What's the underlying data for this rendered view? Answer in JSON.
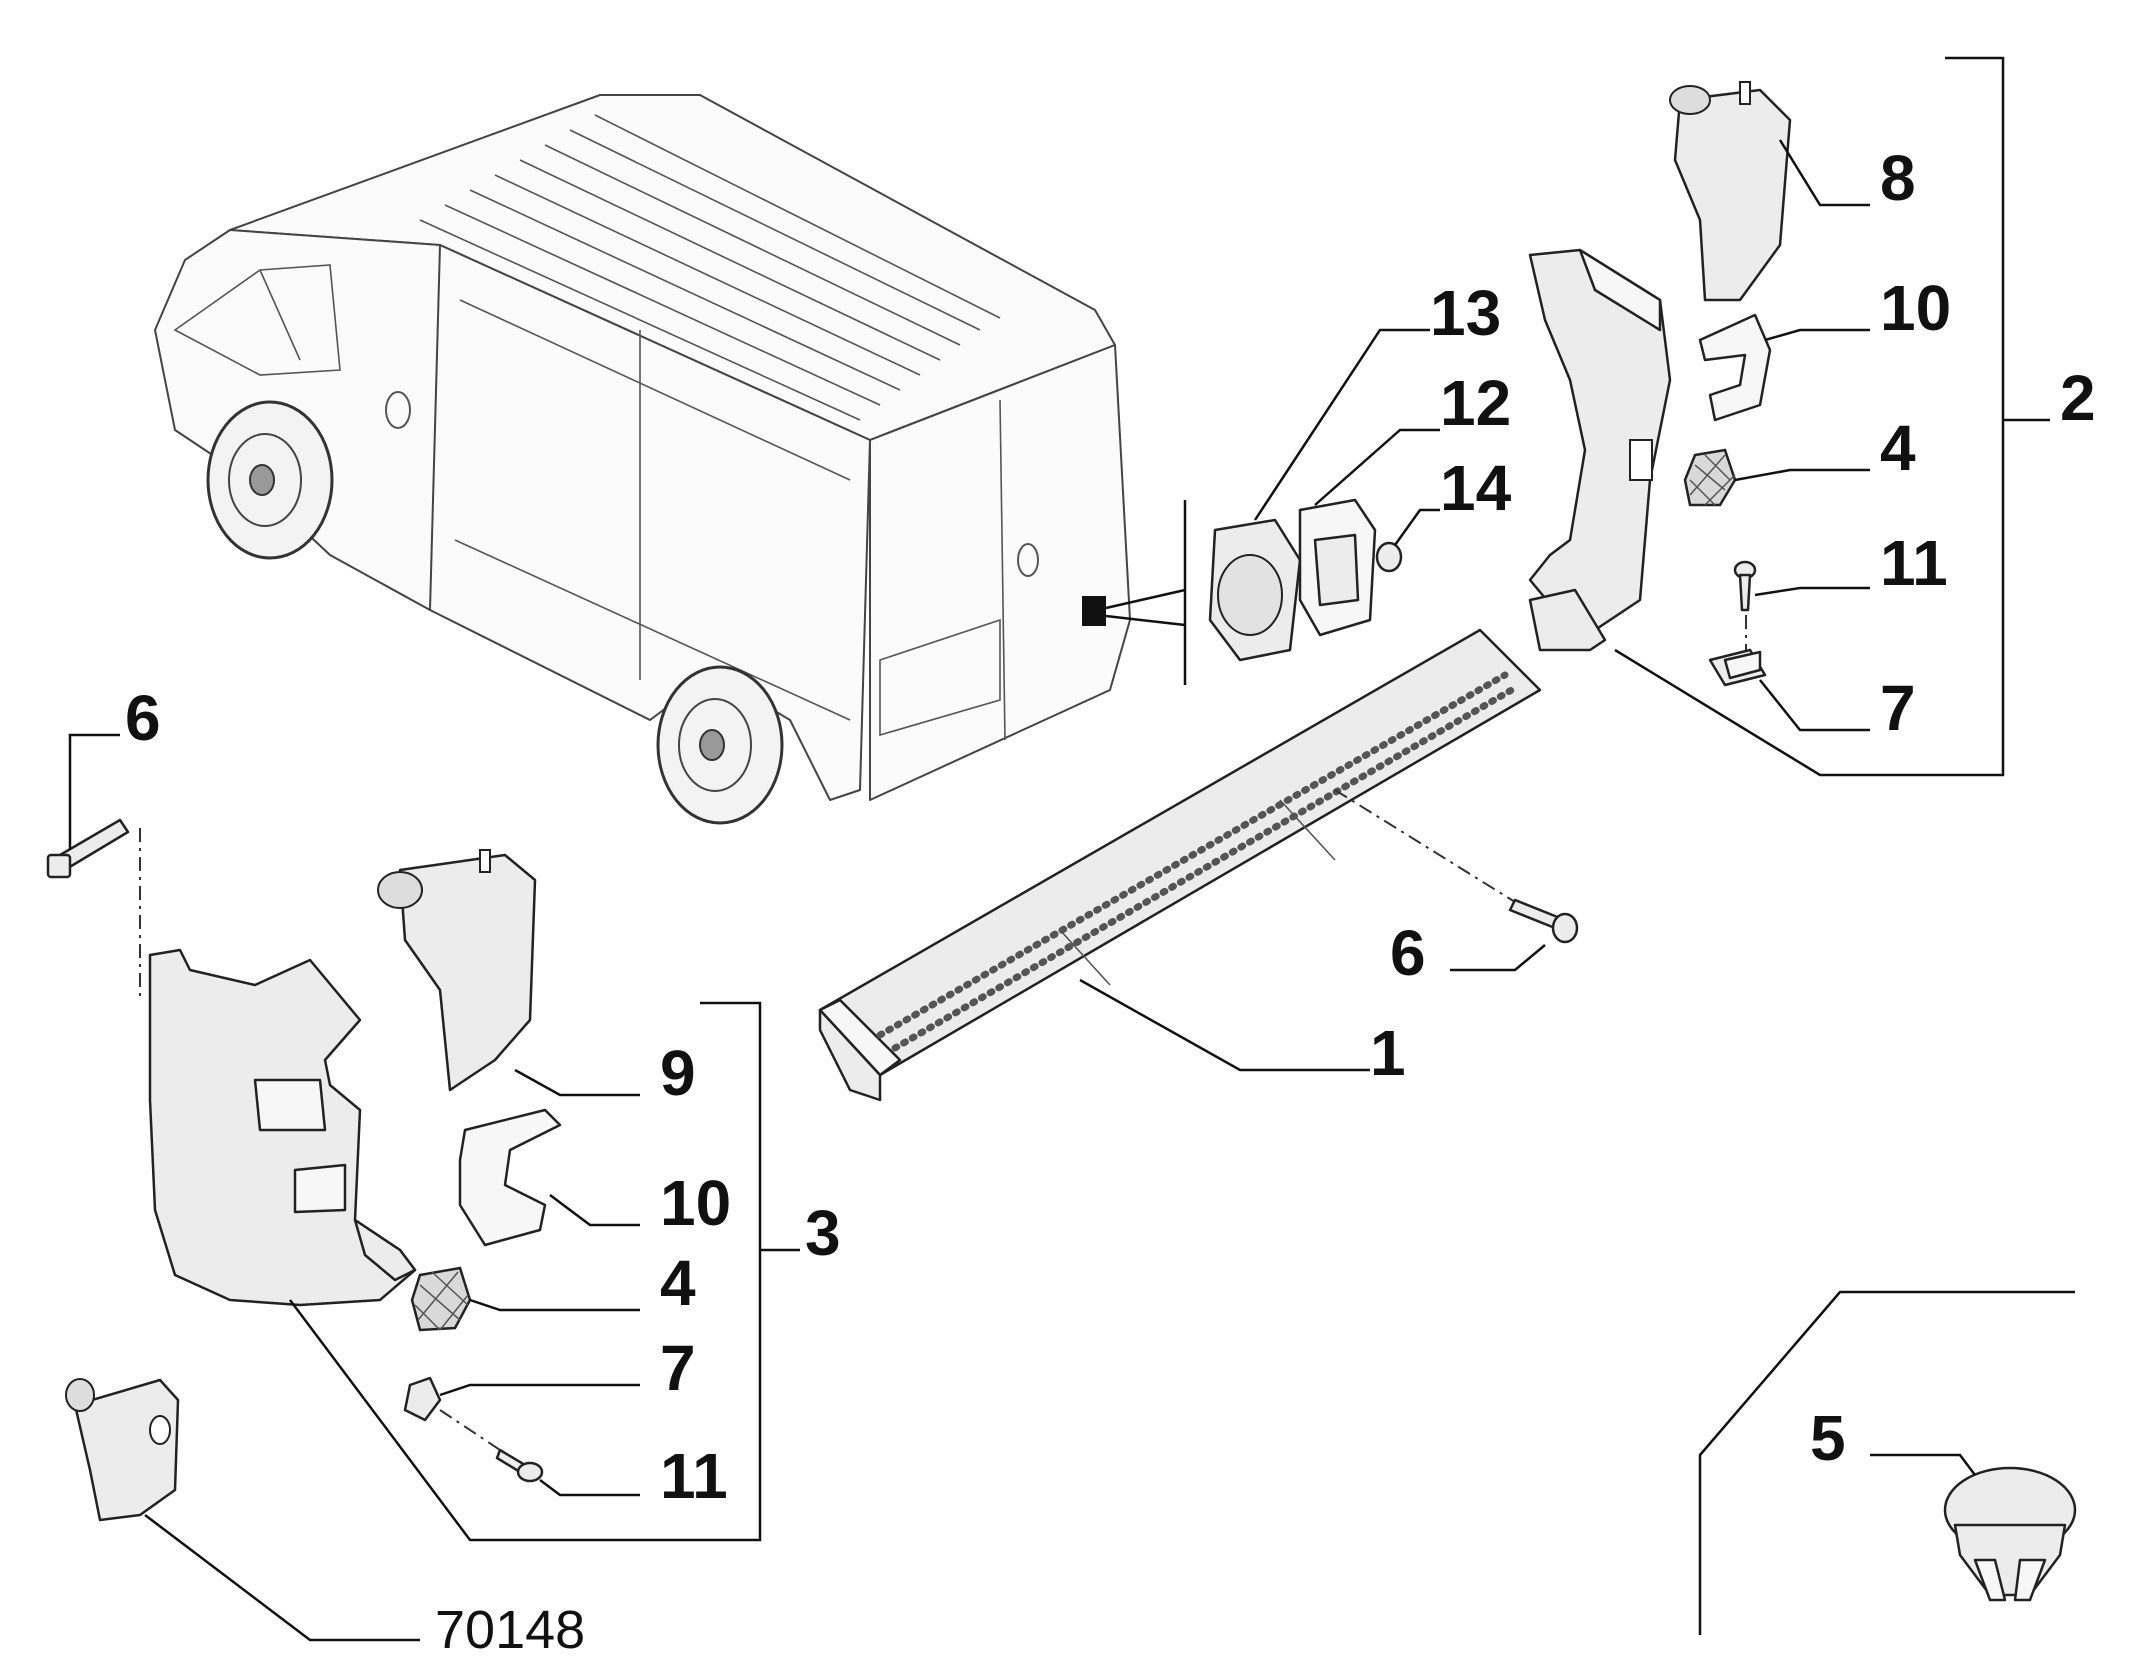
{
  "diagram": {
    "labels": {
      "p1": "1",
      "p2": "2",
      "p3": "3",
      "p4_right": "4",
      "p4_left": "4",
      "p5": "5",
      "p6_left": "6",
      "p6_right": "6",
      "p7_right": "7",
      "p7_left": "7",
      "p8": "8",
      "p9": "9",
      "p10_right": "10",
      "p10_left": "10",
      "p11_right": "11",
      "p11_left": "11",
      "p12": "12",
      "p13": "13",
      "p14": "14",
      "ref_70148": "70148"
    },
    "icons": {
      "van": "van-illustration",
      "side_step": "side-step-icon",
      "corner_guard": "bumper-corner-icon",
      "light_housing": "marker-light-icon",
      "bracket": "bracket-icon",
      "grille_insert": "mesh-insert-icon",
      "clip": "clip-icon",
      "screw": "screw-icon",
      "bolt": "bolt-icon",
      "plug": "push-plug-icon",
      "cap": "cap-icon",
      "gasket": "gasket-icon",
      "nut": "nut-icon"
    },
    "colors": {
      "ink": "#111111",
      "part_fill": "#ececec",
      "background": "#ffffff"
    }
  }
}
